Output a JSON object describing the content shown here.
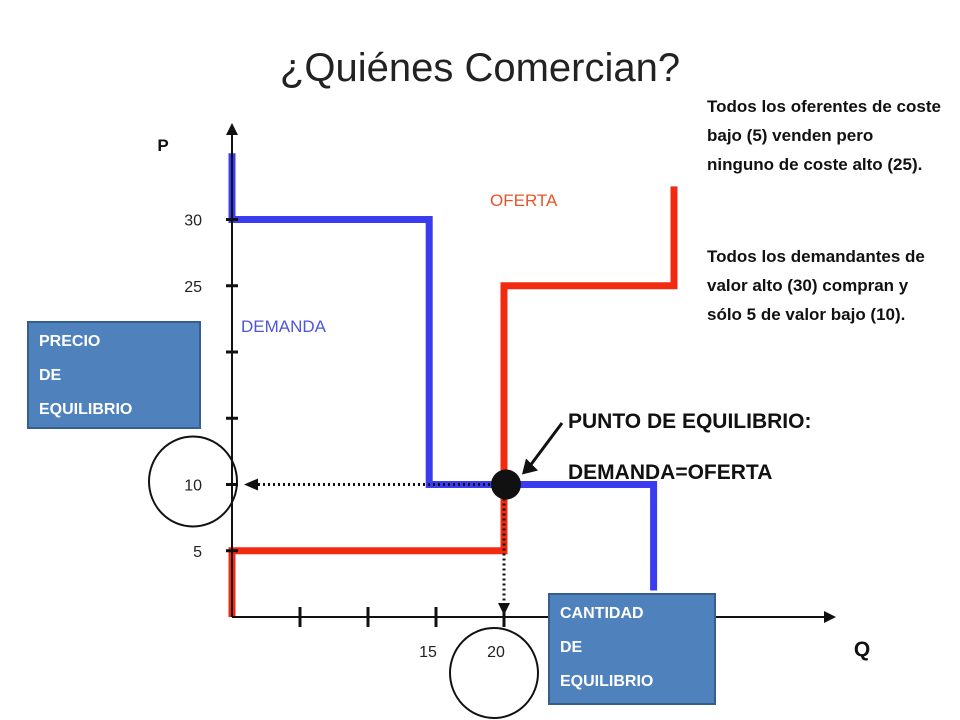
{
  "title": "¿Quiénes Comercian?",
  "notes": [
    "Todos los oferentes de coste bajo (5) venden pero ninguno de coste alto (25).",
    "Todos los demandantes de valor alto (30) compran y sólo 5 de valor bajo (10)."
  ],
  "equilibrium_label": {
    "line1": "PUNTO DE EQUILIBRIO:",
    "line2": "DEMANDA=OFERTA"
  },
  "price_box": [
    "PRECIO",
    "DE",
    "EQUILIBRIO"
  ],
  "quantity_box": [
    "CANTIDAD",
    "DE",
    "EQUILIBRIO"
  ],
  "chart_data": {
    "type": "line",
    "xlabel": "Q",
    "ylabel": "P",
    "xlim": [
      0,
      43
    ],
    "ylim": [
      0,
      35
    ],
    "x_ticks": [
      5,
      10,
      15,
      20
    ],
    "x_tick_labels": [
      {
        "value": 15,
        "label": "15"
      },
      {
        "value": 20,
        "label": "20"
      }
    ],
    "y_ticks": [
      5,
      10,
      15,
      20,
      25,
      30
    ],
    "y_tick_labels": [
      {
        "value": 30,
        "label": "30"
      },
      {
        "value": 25,
        "label": "25"
      },
      {
        "value": 10,
        "label": "10"
      },
      {
        "value": 5,
        "label": "5"
      }
    ],
    "series": [
      {
        "name": "DEMANDA",
        "color": "#3b3bf0",
        "points": [
          [
            0,
            35
          ],
          [
            0,
            30
          ],
          [
            14.5,
            30
          ],
          [
            14.5,
            10
          ],
          [
            31,
            10
          ],
          [
            31,
            2
          ]
        ]
      },
      {
        "name": "OFERTA",
        "color": "#f22a10",
        "points": [
          [
            0,
            0
          ],
          [
            0,
            5
          ],
          [
            20,
            5
          ],
          [
            20,
            25
          ],
          [
            32.5,
            25
          ],
          [
            32.5,
            32.5
          ]
        ]
      }
    ],
    "equilibrium": {
      "q": 20,
      "p": 10
    },
    "price_circle_value": 10,
    "quantity_circle_value": 20,
    "label_colors": {
      "DEMANDA": "#4f55d8",
      "OFERTA": "#e8542a"
    }
  }
}
